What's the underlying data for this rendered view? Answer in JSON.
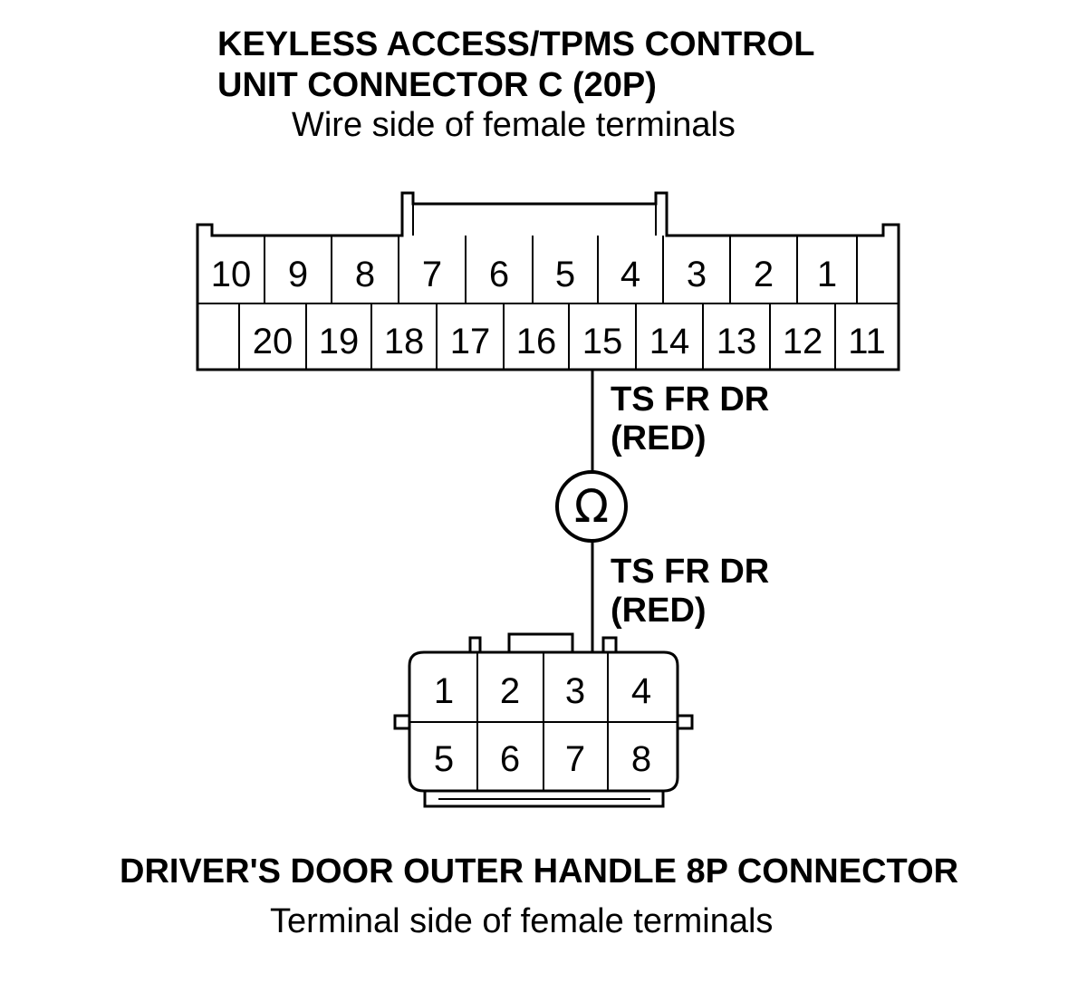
{
  "connector_c": {
    "title_line1": "KEYLESS ACCESS/TPMS CONTROL",
    "title_line2": "UNIT CONNECTOR C (20P)",
    "subtitle": "Wire side of female terminals",
    "top_row_pins": [
      "10",
      "9",
      "8",
      "7",
      "6",
      "5",
      "4",
      "3",
      "2",
      "1"
    ],
    "bottom_row_pins": [
      "20",
      "19",
      "18",
      "17",
      "16",
      "15",
      "14",
      "13",
      "12",
      "11"
    ]
  },
  "wire_upper": {
    "line1": "TS FR DR",
    "line2": "(RED)"
  },
  "meter": {
    "symbol": "Ω",
    "icon": "ohmmeter-icon"
  },
  "wire_lower": {
    "line1": "TS FR DR",
    "line2": "(RED)"
  },
  "connector_8p": {
    "title": "DRIVER'S DOOR OUTER HANDLE 8P CONNECTOR",
    "subtitle": "Terminal side of female terminals",
    "top_row_pins": [
      "1",
      "2",
      "3",
      "4"
    ],
    "bottom_row_pins": [
      "5",
      "6",
      "7",
      "8"
    ]
  }
}
